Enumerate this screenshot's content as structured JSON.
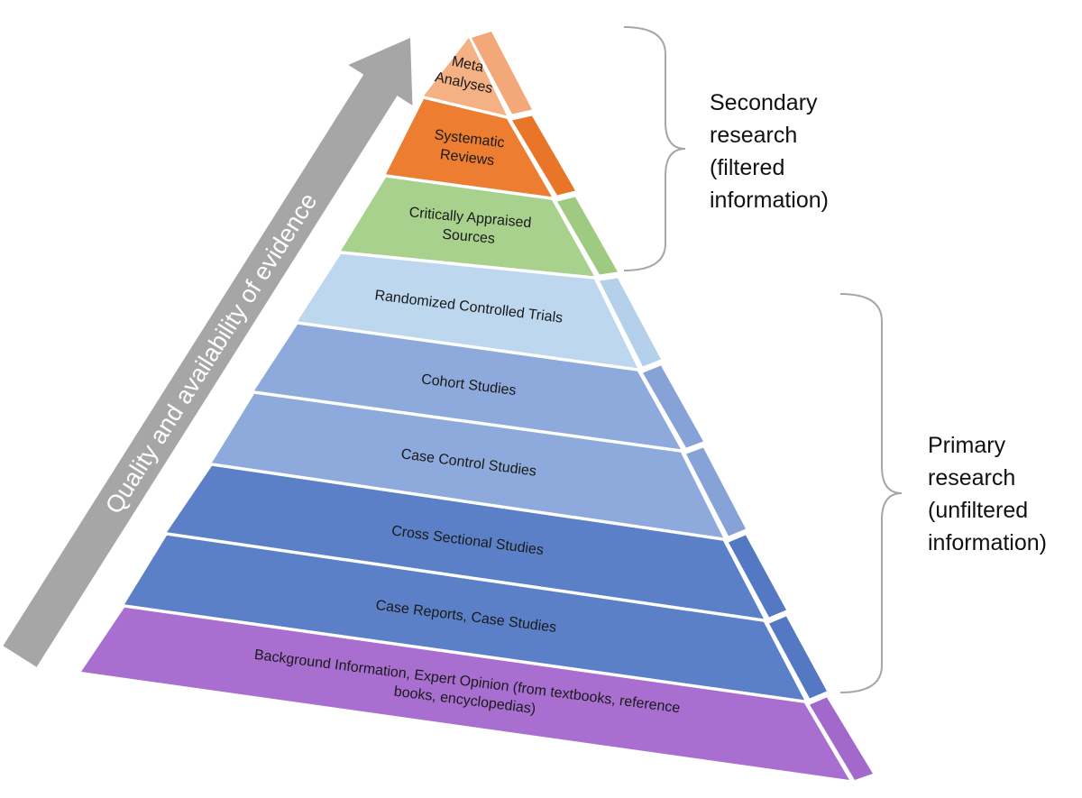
{
  "diagram": {
    "title": "Evidence pyramid",
    "arrow": {
      "label": "Quality and availability of evidence",
      "color": "#a6a6a6"
    },
    "tiers": [
      {
        "id": "meta-analyses",
        "lines": [
          "Meta",
          "Analyses"
        ],
        "color": "#f4b183",
        "side_color": "#f2a878"
      },
      {
        "id": "systematic-reviews",
        "lines": [
          "Systematic",
          "Reviews"
        ],
        "color": "#ed7d31",
        "side_color": "#e97528"
      },
      {
        "id": "critically-appraised-sources",
        "lines": [
          "Critically Appraised",
          "Sources"
        ],
        "color": "#a9d18e",
        "side_color": "#9fca82"
      },
      {
        "id": "randomized-controlled-trials",
        "lines": [
          "Randomized Controlled Trials"
        ],
        "color": "#bdd7ee",
        "side_color": "#b4d0ea"
      },
      {
        "id": "cohort-studies",
        "lines": [
          "Cohort Studies"
        ],
        "color": "#8ea9db",
        "side_color": "#86a2d6"
      },
      {
        "id": "case-control-studies",
        "lines": [
          "Case Control Studies"
        ],
        "color": "#8ea9db",
        "side_color": "#86a2d6"
      },
      {
        "id": "cross-sectional-studies",
        "lines": [
          "Cross Sectional Studies"
        ],
        "color": "#5b80c8",
        "side_color": "#5478c2"
      },
      {
        "id": "case-reports-case-studies",
        "lines": [
          "Case Reports, Case Studies"
        ],
        "color": "#5b80c8",
        "side_color": "#5478c2"
      },
      {
        "id": "background-information",
        "lines": [
          "Background Information, Expert Opinion (from textbooks, reference",
          "books, encyclopedias)"
        ],
        "color": "#a86fd0",
        "side_color": "#a268cb"
      }
    ],
    "groups": [
      {
        "id": "secondary-research",
        "lines": [
          "Secondary",
          "research",
          "(filtered",
          "information)"
        ],
        "spans": [
          "meta-analyses",
          "systematic-reviews",
          "critically-appraised-sources"
        ]
      },
      {
        "id": "primary-research",
        "lines": [
          "Primary",
          "research",
          "(unfiltered",
          "information)"
        ],
        "spans": [
          "randomized-controlled-trials",
          "cohort-studies",
          "case-control-studies",
          "cross-sectional-studies",
          "case-reports-case-studies"
        ]
      }
    ],
    "bracket_color": "#a6a6a6"
  }
}
